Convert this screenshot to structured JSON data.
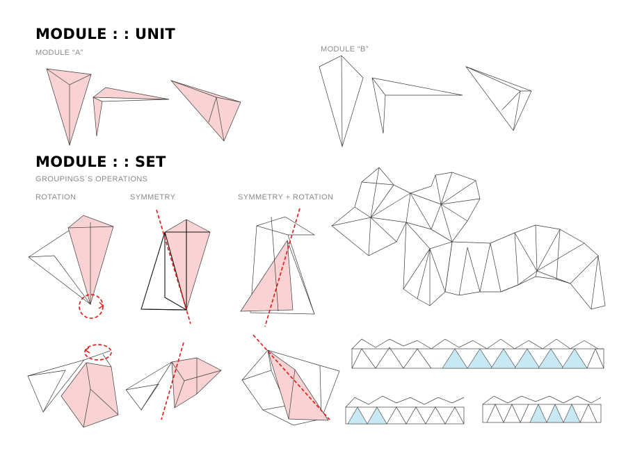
{
  "unit": {
    "title": "MODULE : : UNIT",
    "module_a_label": "MODULE  “A”",
    "module_b_label": "MODULE  “B”"
  },
  "set": {
    "title": "MODULE : : SET",
    "subtitle": "GROUPINGS´S OPERATIONS",
    "ops": [
      "ROTATION",
      "SYMMETRY",
      "SYMMETRY + ROTATION"
    ]
  },
  "colors": {
    "pink_fill": "#f9d3d3",
    "blue_fill": "#c8e9f3",
    "axis_red": "#e0201b",
    "line": "#3a3a3a"
  }
}
